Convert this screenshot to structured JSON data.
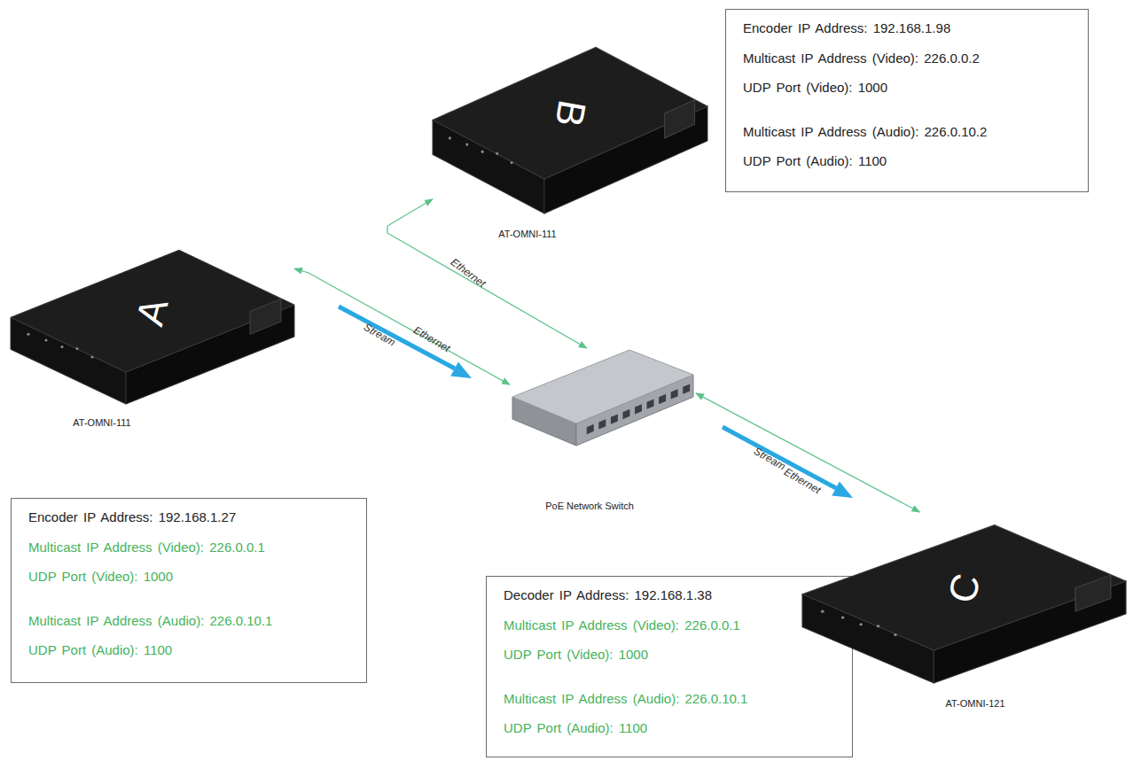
{
  "diagram": {
    "nodes": [
      {
        "text": [
          "Encoder IP Address: 192.168.1.98",
          "Multicast IP Address (Video): 226.0.0.2",
          "UDP Port (Video): 1000",
          "Multicast IP Address (Audio): 226.0.10.2",
          "UDP Port (Audio): 1100"
        ]
      },
      {
        "text": [
          "B",
          "AT-OMNI-111"
        ]
      },
      {
        "text": [
          "A",
          "AT-OMNI-111"
        ]
      },
      {
        "text": [
          "PoE Network Switch"
        ]
      },
      {
        "text": [
          "Encoder IP Address: 192.168.1.27",
          "Multicast IP Address (Video): 226.0.0.1",
          "UDP Port (Video): 1000",
          "Multicast IP Address (Audio): 226.0.10.1",
          "UDP Port (Audio): 1100"
        ]
      },
      {
        "text": [
          "Decoder IP Address: 192.168.1.38",
          "Multicast IP Address (Video): 226.0.0.1",
          "UDP Port (Video): 1000",
          "Multicast IP Address (Audio): 226.0.10.1",
          "UDP Port (Audio): 1100"
        ]
      },
      {
        "text": [
          "C",
          "AT-OMNI-121"
        ]
      }
    ],
    "edges": [
      {
        "from": 2,
        "to": 3,
        "arrow": "both",
        "label": "Ethernet"
      },
      {
        "from": 1,
        "to": 3,
        "arrow": "both",
        "label": "Ethernet"
      },
      {
        "from": 3,
        "to": 6,
        "arrow": "both",
        "label": "Ethernet"
      }
    ],
    "labels": [
      "Stream",
      "Stream"
    ]
  }
}
